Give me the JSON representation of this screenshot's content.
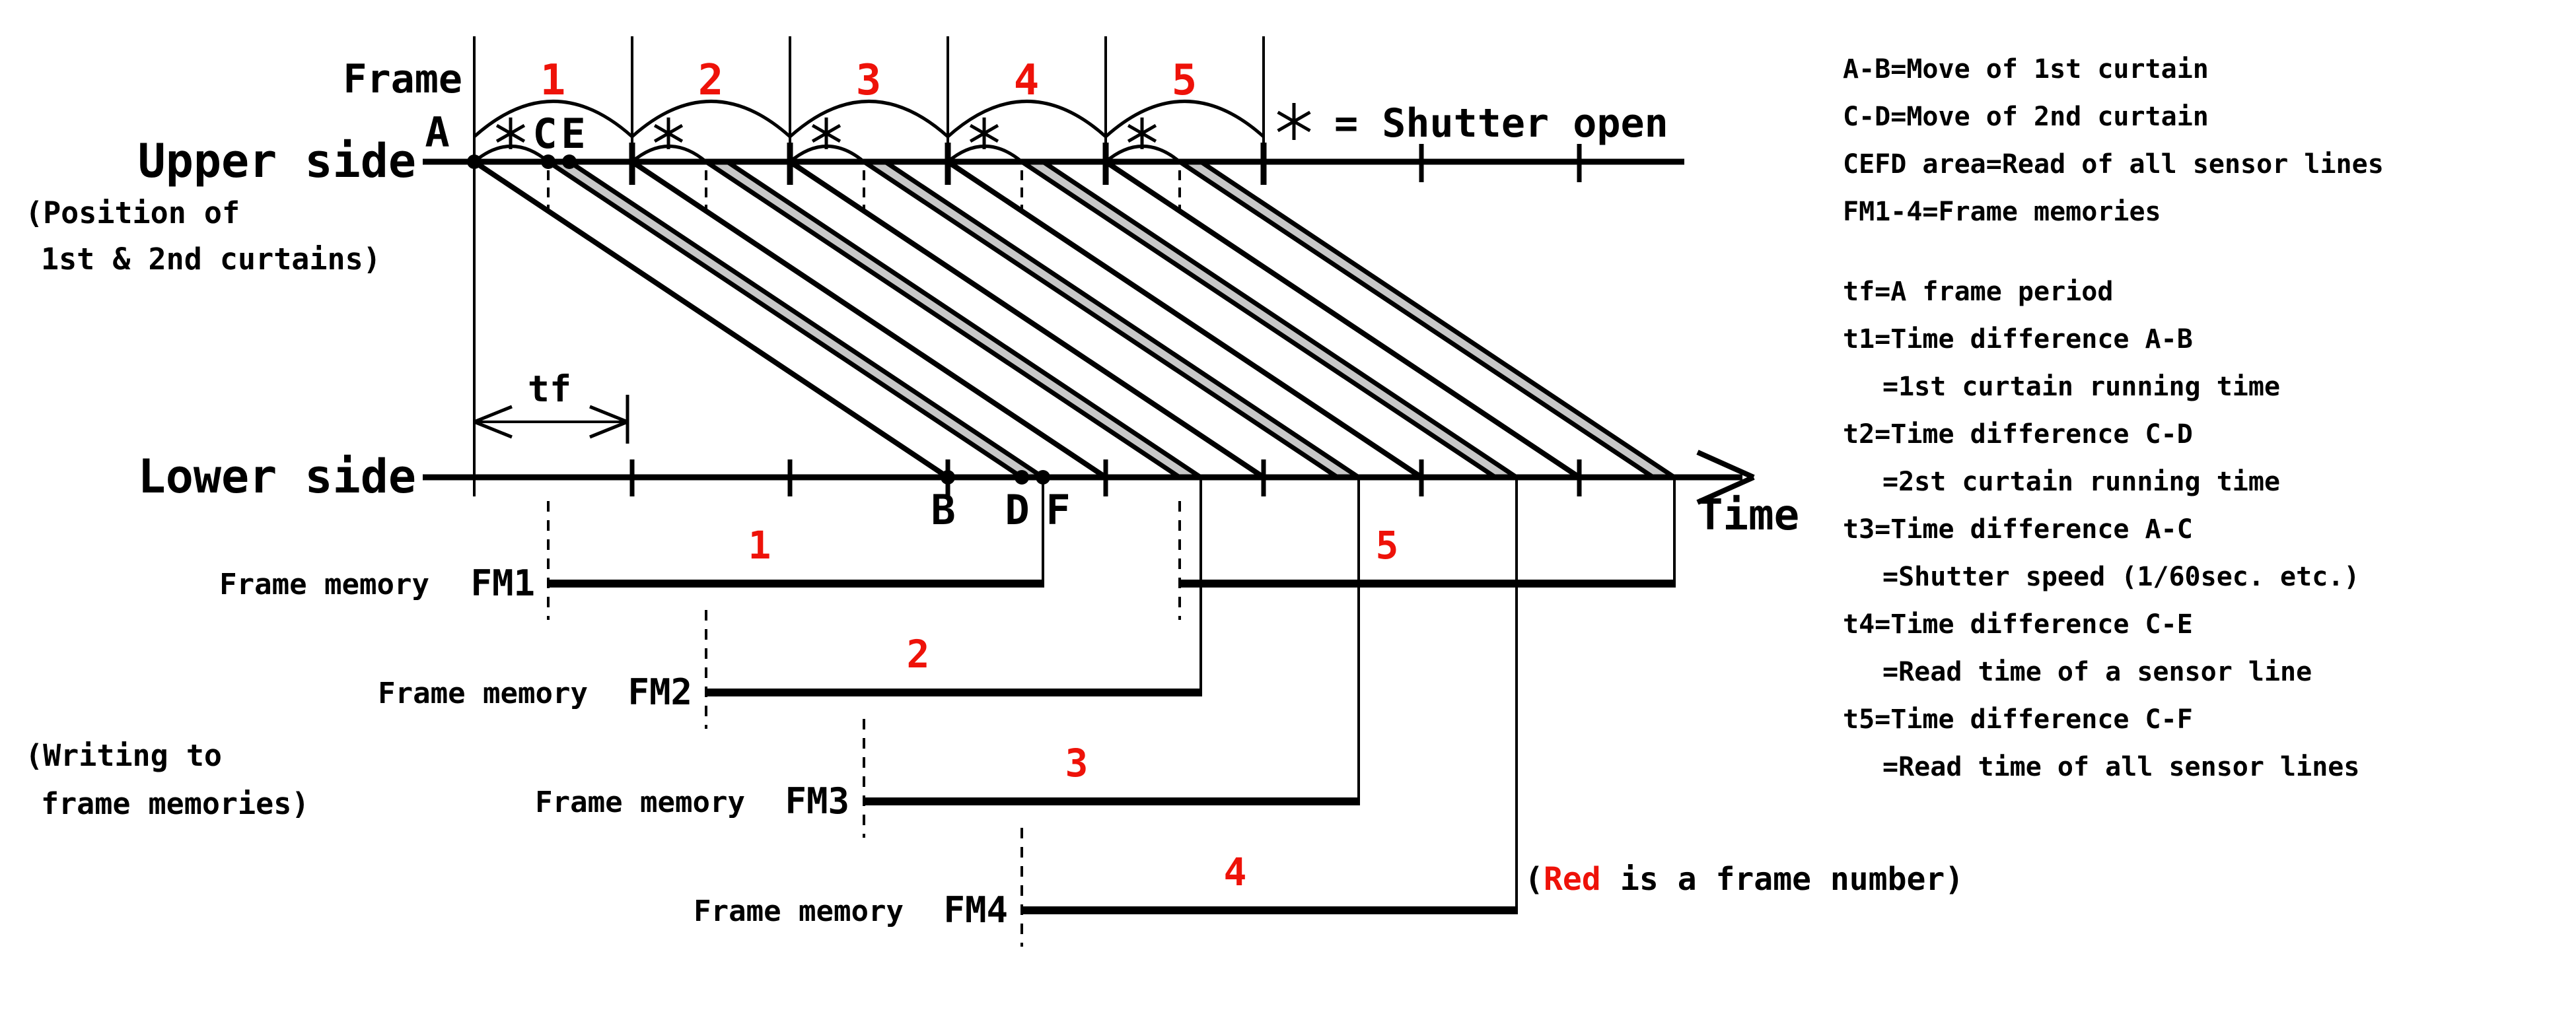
{
  "colors": {
    "red": "#ee1209",
    "band_gray": "#c8c8c8",
    "ink": "#000000"
  },
  "header": {
    "frame_label": "Frame",
    "frame_numbers": [
      "1",
      "2",
      "3",
      "4",
      "5"
    ],
    "shutter_note": "= Shutter open"
  },
  "upper_axis": {
    "label": "Upper side",
    "note_line1": "(Position of",
    "note_line2": "1st & 2nd curtains)"
  },
  "lower_axis": {
    "label": "Lower side",
    "time_label": "Time",
    "tf_label": "tf"
  },
  "points": {
    "A": "A",
    "B": "B",
    "C": "C",
    "D": "D",
    "E": "E",
    "F": "F"
  },
  "memories": {
    "note_line1": "(Writing to",
    "note_line2": "frame memories)",
    "rows": [
      {
        "label": "Frame memory",
        "name": "FM1"
      },
      {
        "label": "Frame memory",
        "name": "FM2"
      },
      {
        "label": "Frame memory",
        "name": "FM3"
      },
      {
        "label": "Frame memory",
        "name": "FM4"
      }
    ],
    "segment_numbers": [
      "1",
      "2",
      "3",
      "4",
      "5"
    ]
  },
  "red_note": {
    "open": "(",
    "red_word": "Red",
    "rest": "is a frame number)"
  },
  "legend_top": [
    "A-B=Move of 1st curtain",
    "C-D=Move of 2nd curtain",
    "CEFD area=Read of all sensor lines",
    "FM1-4=Frame memories"
  ],
  "legend_bottom": [
    "tf=A frame period",
    "t1=Time difference A-B",
    "=1st curtain running time",
    "t2=Time difference C-D",
    "=2st curtain running time",
    "t3=Time difference A-C",
    "=Shutter speed (1/60sec. etc.)",
    "t4=Time difference C-E",
    "=Read time of a sensor line",
    "t5=Time difference C-F",
    "=Read time of all sensor lines"
  ]
}
